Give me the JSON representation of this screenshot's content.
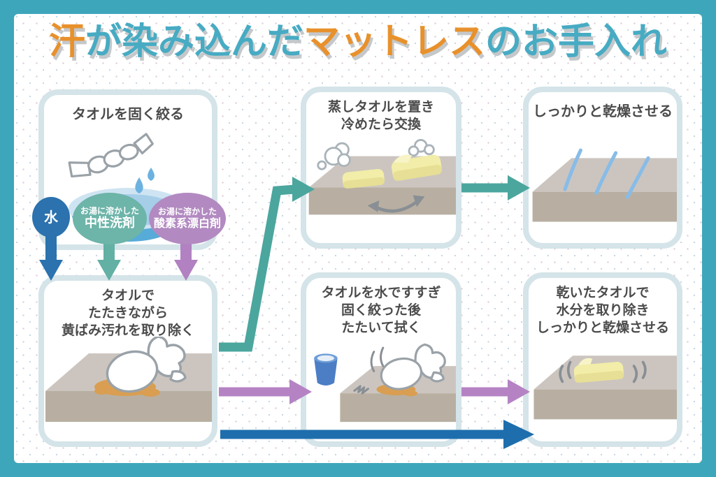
{
  "title": {
    "segments": [
      {
        "text": "汗",
        "color": "#e8912c"
      },
      {
        "text": "が染み込んだ",
        "color": "#47abc3"
      },
      {
        "text": "マットレス",
        "color": "#e8912c"
      },
      {
        "text": "のお手入れ",
        "color": "#47abc3"
      }
    ]
  },
  "steps": {
    "step1": {
      "title": "タオルを固く絞る"
    },
    "step2": {
      "title": "タオルで\nたたきながら\n黄ばみ汚れを取り除く"
    },
    "step3": {
      "title": "蒸しタオルを置き\n冷めたら交換"
    },
    "step4": {
      "title": "しっかりと乾燥させる"
    },
    "step5": {
      "title": "タオルを水ですすぎ\n固く絞った後\nたたいて拭く"
    },
    "step6": {
      "title": "乾いたタオルで\n水分を取り除き\nしっかりと乾燥させる"
    }
  },
  "bubbles": {
    "water": {
      "label": "水",
      "color": "#2b72ae"
    },
    "detergent": {
      "line1": "お湯に溶かした",
      "line2": "中性洗剤",
      "color": "#6db4a9"
    },
    "bleach": {
      "line1": "お湯に溶かした",
      "line2": "酸素系漂白剤",
      "color": "#b28ac1"
    }
  },
  "colors": {
    "frame_teal": "#3ea6ba",
    "title_orange": "#e8912c",
    "title_teal": "#47abc3",
    "panel_border": "#d4e4e9",
    "text_dark": "#4b4b4b",
    "arrow_teal": "#4ba69e",
    "arrow_purple": "#b583c4",
    "arrow_blue": "#1e6ead",
    "down_arrow_water": "#2b72ae",
    "down_arrow_teal": "#63b0a5",
    "down_arrow_purple": "#b181c1",
    "mattress_top": "#ccc5bf",
    "mattress_front": "#b8afa2",
    "towel_yellow": "#f2eda8",
    "towel_shade": "#e6df95",
    "stain_orange": "#d99e52",
    "bowl_body": "#57abd8",
    "bowl_rim": "#cfe4f2",
    "bowl_water": "#a6cee9",
    "drop_blue": "#6cb2e0",
    "wind_blue": "#87bce8",
    "bucket_blue": "#4b7ec5"
  }
}
